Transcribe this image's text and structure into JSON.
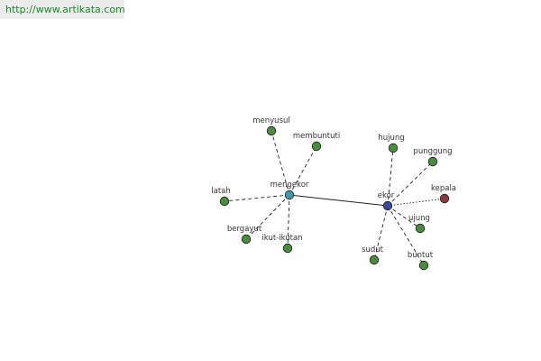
{
  "source": {
    "url": "http://www.artikata.com"
  },
  "colors": {
    "leaf": "#4a8b3f",
    "hub": "#3f9aa3",
    "main": "#3d4a9c",
    "antonym": "#8a3a3a",
    "edge": "#222222"
  },
  "nodes": [
    {
      "id": "mengekor",
      "label": "mengekor",
      "kind": "hub"
    },
    {
      "id": "ekor",
      "label": "ekor",
      "kind": "main"
    },
    {
      "id": "menyusul",
      "label": "menyusul",
      "kind": "leaf"
    },
    {
      "id": "membuntuti",
      "label": "membuntuti",
      "kind": "leaf"
    },
    {
      "id": "latah",
      "label": "latah",
      "kind": "leaf"
    },
    {
      "id": "bergayut",
      "label": "bergayut",
      "kind": "leaf"
    },
    {
      "id": "ikut-ikutan",
      "label": "ikut-ikutan",
      "kind": "leaf"
    },
    {
      "id": "hujung",
      "label": "hujung",
      "kind": "leaf"
    },
    {
      "id": "punggung",
      "label": "punggung",
      "kind": "leaf"
    },
    {
      "id": "kepala",
      "label": "kepala",
      "kind": "antonym"
    },
    {
      "id": "ujung",
      "label": "ujung",
      "kind": "leaf"
    },
    {
      "id": "sudut",
      "label": "sudut",
      "kind": "leaf"
    },
    {
      "id": "buntut",
      "label": "buntut",
      "kind": "leaf"
    }
  ],
  "edges": [
    {
      "from": "mengekor",
      "to": "ekor",
      "style": "solid"
    },
    {
      "from": "mengekor",
      "to": "menyusul",
      "style": "dashed"
    },
    {
      "from": "mengekor",
      "to": "membuntuti",
      "style": "dashed"
    },
    {
      "from": "mengekor",
      "to": "latah",
      "style": "dashed"
    },
    {
      "from": "mengekor",
      "to": "bergayut",
      "style": "dashed"
    },
    {
      "from": "mengekor",
      "to": "ikut-ikutan",
      "style": "dashed"
    },
    {
      "from": "ekor",
      "to": "hujung",
      "style": "dashed"
    },
    {
      "from": "ekor",
      "to": "punggung",
      "style": "dashed"
    },
    {
      "from": "ekor",
      "to": "kepala",
      "style": "dotted"
    },
    {
      "from": "ekor",
      "to": "ujung",
      "style": "dashed"
    },
    {
      "from": "ekor",
      "to": "sudut",
      "style": "dashed"
    },
    {
      "from": "ekor",
      "to": "buntut",
      "style": "dashed"
    }
  ]
}
